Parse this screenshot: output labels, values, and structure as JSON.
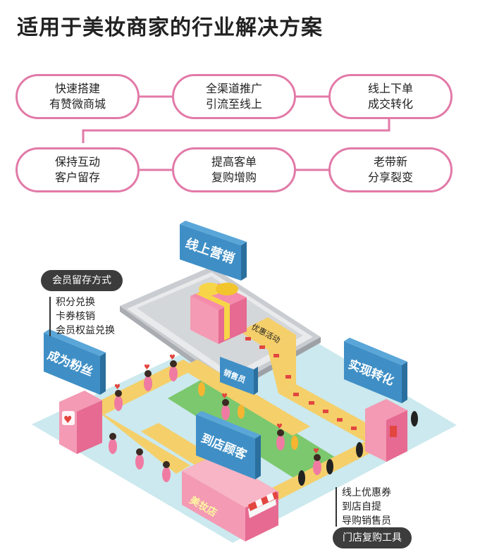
{
  "title": "适用于美妆商家的行业解决方案",
  "flow": {
    "row1": [
      {
        "line1": "快速搭建",
        "line2": "有赞微商城"
      },
      {
        "line1": "全渠道推广",
        "line2": "引流至线上"
      },
      {
        "line1": "线上下单",
        "line2": "成交转化"
      }
    ],
    "row2": [
      {
        "line1": "保持互动",
        "line2": "客户留存"
      },
      {
        "line1": "提高客单",
        "line2": "复购增购"
      },
      {
        "line1": "老带新",
        "line2": "分享裂变"
      }
    ]
  },
  "scene": {
    "signs": {
      "online": "线上营销",
      "fans": "成为粉丝",
      "convert": "实现转化",
      "store_visit": "到店顾客"
    },
    "phone_label": "优惠活动",
    "salesperson_sign": "销售员",
    "store_name": "美妆店"
  },
  "member_retention": {
    "label": "会员留存方式",
    "items": [
      "积分兑换",
      "卡券核销",
      "会员权益兑换"
    ]
  },
  "store_repurchase": {
    "label": "门店复购工具",
    "items": [
      "线上优惠券",
      "到店自提",
      "导购销售员"
    ]
  },
  "colors": {
    "pink_border": "#e27aa8",
    "sign_blue": "#3f8fc6",
    "path_yellow": "#f5cf6a",
    "ground": "#cbe9ee",
    "grass": "#7cc86e",
    "store_pink": "#f2a3a7",
    "dark_label": "#3c3c3c"
  },
  "icons": [
    "heart-icon",
    "gift-box-icon",
    "awning-icon"
  ]
}
